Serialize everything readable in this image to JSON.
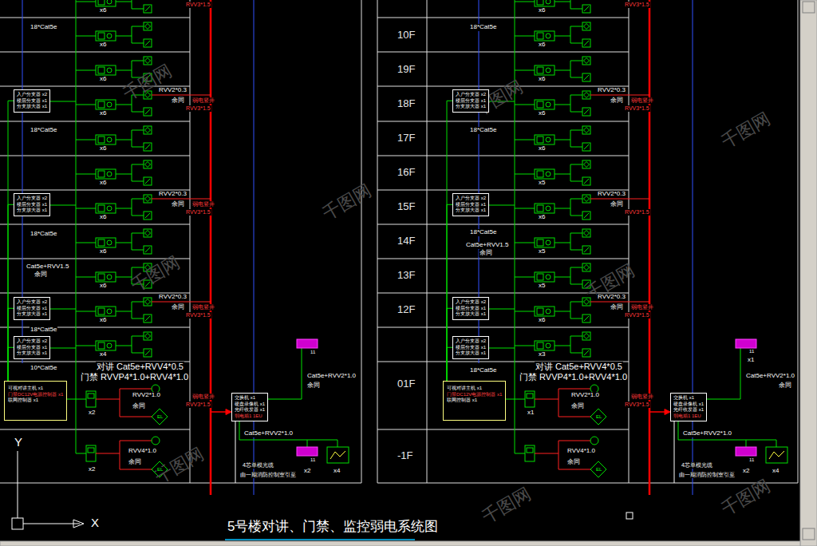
{
  "diagram": {
    "title": "5号楼对讲、门禁、监控弱电系统图",
    "nodes": [
      {
        "text": [
          "入户分支器 x2",
          "楼层分支器 x1",
          "分支放大器 x1"
        ]
      },
      {
        "text": [
          "入户分支器 x2",
          "楼层分支器 x1",
          "分支放大器 x1"
        ]
      },
      {
        "text": [
          "入户分支器 x2",
          "楼层分支器 x1",
          "分支放大器 x1"
        ]
      },
      {
        "text": [
          "入户分支器 x2",
          "楼层分支器 x1",
          "分支放大器 x1"
        ]
      },
      {
        "text": [
          "可视对讲主机 x1",
          "门禁DC12V电源控制器 x1",
          "联网控制器 x1"
        ]
      },
      {
        "text": [
          "交换机 x1",
          "硬盘录像机 x1",
          "光纤收发器 x1",
          "弱电箱1 1EU"
        ]
      },
      {
        "text": [
          "入户分支器 x2",
          "楼层分支器 x1",
          "分支放大器 x1"
        ]
      },
      {
        "text": [
          "入户分支器 x2",
          "楼层分支器 x1",
          "分支放大器 x1"
        ]
      },
      {
        "text": [
          "入户分支器 x2",
          "楼层分支器 x1",
          "分支放大器 x1"
        ]
      },
      {
        "text": [
          "入户分支器 x2",
          "楼层分支器 x1",
          "分支放大器 x1"
        ]
      },
      {
        "text": [
          "可视对讲主机 x1",
          "门禁DC12V电源控制器 x1",
          "联网控制器 x1"
        ]
      },
      {
        "text": [
          "交换机 x1",
          "硬盘录像机 x1",
          "光纤收发器 x1",
          "弱电箱1 1EU"
        ]
      }
    ],
    "edges": [
      {
        "from": 4,
        "to": 0,
        "arrow": "none"
      },
      {
        "from": 4,
        "to": 1,
        "arrow": "none"
      },
      {
        "from": 4,
        "to": 2,
        "arrow": "none"
      },
      {
        "from": 4,
        "to": 3,
        "arrow": "none"
      },
      {
        "from": 10,
        "to": 6,
        "arrow": "none"
      },
      {
        "from": 10,
        "to": 7,
        "arrow": "none"
      },
      {
        "from": 10,
        "to": 8,
        "arrow": "none"
      },
      {
        "from": 10,
        "to": 9,
        "arrow": "none"
      }
    ],
    "labels": [
      "x6",
      "RVV3*1.5",
      "18*Cat5e",
      "x6",
      "x6",
      "RVV2*0.3",
      "余同",
      "弱电竖井",
      "RVV3*1.5",
      "x6",
      "18*Cat5e",
      "x6",
      "x6",
      "RVV2*0.3",
      "余同",
      "弱电竖井",
      "RVV3*1.5",
      "x6",
      "18*Cat5e",
      "x6",
      "Cat5e+RVV1.5",
      "余同",
      "x6",
      "RVV2*0.3",
      "余同",
      "弱电竖井",
      "RVV3*1.5",
      "x6",
      "18*Cat5e",
      "x4",
      "10*Cat5e",
      "对讲 Cat5e+RVV4*0.5",
      "门禁 RVVP4*1.0+RVV4*1.0",
      "RVV2*1.0",
      "余同",
      "x2",
      "弱电竖井",
      "RVV3*1.5",
      "Cat5e+RVV2*1.0",
      "余同",
      "11",
      "Cat5e+RVV2*1.0",
      "RVV4*1.0",
      "余同",
      "x2",
      "11",
      "x2",
      "x4",
      "4芯单模光缆",
      "由一期消防控制室引至",
      "EL",
      "EL",
      "10F",
      "19F",
      "18F",
      "17F",
      "16F",
      "15F",
      "14F",
      "13F",
      "12F",
      "01F",
      "-1F",
      "x6",
      "RVV3*1.5",
      "18*Cat5e",
      "x6",
      "x6",
      "RVV2*0.3",
      "余同",
      "弱电竖井",
      "RVV3*1.5",
      "x6",
      "18*Cat5e",
      "x6",
      "x5",
      "RVV2*0.3",
      "余同",
      "RVV3*1.5",
      "x6",
      "18*Cat5e",
      "Cat5e+RVV1.5",
      "余同",
      "x5",
      "x5",
      "RVV2*0.3",
      "余同",
      "弱电竖井",
      "RVV3*1.5",
      "x6",
      "x3",
      "18*Cat5e",
      "对讲 Cat5e+RVV4*0.5",
      "门禁 RVVP4*1.0+RVV4*1.0",
      "RVV2*1.0",
      "余同",
      "x1",
      "弱电竖井",
      "RVV3*1.5",
      "11",
      "x1",
      "Cat5e+RVV2*1.0",
      "余同",
      "Cat5e+RVV2*1.0",
      "RVV4*1.0",
      "余同",
      "11",
      "x2",
      "x4",
      "4芯单模光缆",
      "由一期消防控制室引至",
      "EL",
      "EL",
      "Y",
      "X",
      "千图网",
      "千图网",
      "千图网",
      "千图网",
      "千图网",
      "千图网",
      "千图网",
      "千图网",
      "千图网"
    ]
  }
}
